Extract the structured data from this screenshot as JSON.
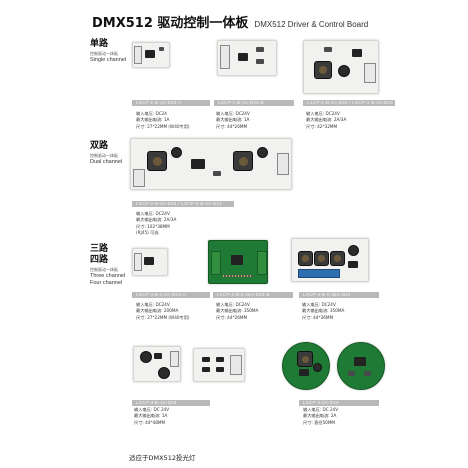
{
  "header": {
    "title_cn": "DMX512 驱动控制一体板",
    "title_en": "DMX512 Driver & Control Board"
  },
  "sections": {
    "single": {
      "title": "单路",
      "sub": "控制驱动一体板",
      "en": "Single channel"
    },
    "dual": {
      "title": "双路",
      "sub": "控制驱动一体板",
      "en": "Dual channel"
    },
    "multi": {
      "title_1": "三路",
      "title_2": "四路",
      "sub": "控制驱动一体板",
      "en_1": "Three channel",
      "en_2": "Four channel"
    }
  },
  "products": [
    {
      "model": "LXCP-1-B-1A-D24-A",
      "specs": [
        "输入电压: DC24",
        "最大输出电流: 1A",
        "尺寸: 27*22MM (W40专用)"
      ]
    },
    {
      "model": "LXCP-1-B-1A-D24-B",
      "specs": [
        "输入电压: DC24V",
        "最大输出电流: 1A",
        "尺寸: 44*26MM"
      ]
    },
    {
      "model": "LXCP-1-B-2A-D24 / LXCP-1-B-3A-D24",
      "specs": [
        "输入电压: DC24V",
        "最大输出电流: 2A/3A",
        "尺寸: 42*32MM"
      ]
    },
    {
      "model": "LXCP-2-B-2A-D24 / LXCP-2-B-3A-D24",
      "specs": [
        "输入电压: DC24V",
        "最大输出电流: 2A/3A",
        "尺寸: 102*38MM",
        "(RJ45)  可选"
      ]
    },
    {
      "model": "LXCP-4-B-0.2A-D24-A",
      "specs": [
        "输入电压: DC24V",
        "最大输出电流: 200MA",
        "尺寸: 27*22MM (W40专用)"
      ]
    },
    {
      "model": "LXCP-4-B-0.35A-D24-B",
      "specs": [
        "输入电压: DC24V",
        "最大输出电流: 350MA",
        "尺寸: 44*26MM"
      ]
    },
    {
      "model": "LXCP-4-B-0.35A-D24",
      "specs": [
        "输入电压: DC24V",
        "最大输出电流: 350MA",
        "尺寸: 44*36MM"
      ]
    },
    {
      "model": "LXCP-4-B-1A-D24",
      "specs": [
        "输入电压: DC 24V",
        "最大输出电流: 1A",
        "尺寸: 44*48MM"
      ]
    },
    {
      "model": "LXCP-4-2A-D24",
      "specs": [
        "输入电压: DC 24V",
        "最大输出电流: 2A",
        "尺寸: 直径50MM"
      ]
    }
  ],
  "footer": {
    "text": "适应于DMX512投光灯"
  },
  "colors": {
    "pcb_green": "#1f7a35",
    "pcb_white": "#f1f1ef",
    "model_bar": "#b9b9b9"
  }
}
